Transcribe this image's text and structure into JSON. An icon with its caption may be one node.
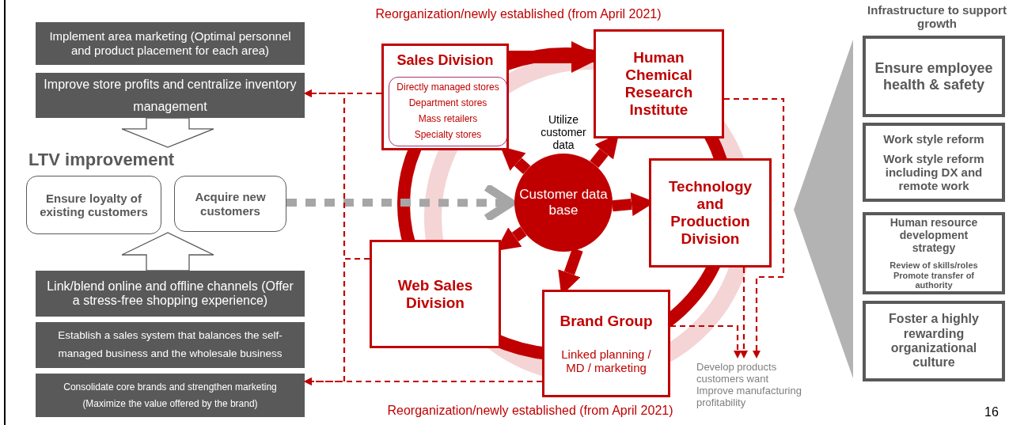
{
  "diagram": {
    "nodes": [
      {
        "text": [
          "Implement area marketing (Optimal personnel and product placement for each area)"
        ]
      },
      {
        "text": [
          "Improve store profits and centralize inventory management"
        ]
      },
      {
        "text": [
          "LTV improvement"
        ]
      },
      {
        "text": [
          "Ensure loyalty of existing customers"
        ]
      },
      {
        "text": [
          "Acquire new customers"
        ]
      },
      {
        "text": [
          "Link/blend online and offline channels (Offer a stress-free shopping experience)"
        ]
      },
      {
        "text": [
          "Establish a sales system that balances the self-managed business and the wholesale business"
        ]
      },
      {
        "text": [
          "Consolidate core brands and strengthen marketing (Maximize the value offered by the brand)"
        ]
      },
      {
        "text": [
          "Sales Division"
        ]
      },
      {
        "text": [
          "Directly managed stores",
          "Department stores",
          "Mass retailers",
          "Specialty stores"
        ],
        "in": 8
      },
      {
        "text": [
          "Human Chemical Research Institute"
        ]
      },
      {
        "text": [
          "Customer data base"
        ]
      },
      {
        "text": [
          "Technology and Production Division"
        ]
      },
      {
        "text": [
          "Web Sales Division"
        ]
      },
      {
        "text": [
          "Brand Group",
          "Linked planning / MD / marketing"
        ]
      },
      {
        "text": [
          "Develop products customers want",
          "Improve manufacturing profitability"
        ]
      },
      {
        "text": [],
        "shape": "triangle"
      },
      {
        "text": [
          "Ensure employee health & safety"
        ],
        "beside": [
          "Infrastructure to support growth"
        ]
      },
      {
        "text": [
          "Work style reform",
          "Work style reform including DX and remote work"
        ]
      },
      {
        "text": [
          "Human resource development strategy",
          "Review of skills/roles Promote transfer of authority"
        ]
      },
      {
        "text": [
          "Foster a highly rewarding organizational culture"
        ]
      }
    ],
    "edges": [
      {
        "from": 1,
        "to": 2,
        "arrow": "to",
        "style": "thick",
        "color": "#595959"
      },
      {
        "from": 5,
        "to": null,
        "arrow": "to",
        "style": "thick",
        "color": "#595959"
      },
      {
        "from": 4,
        "to": 11,
        "arrow": "to",
        "style": "dashed",
        "color": "#a6a6a6"
      },
      {
        "from": 8,
        "to": 10,
        "arrow": "to",
        "style": "thick"
      },
      {
        "from": 11,
        "to": 8,
        "arrow": "to",
        "style": "thick"
      },
      {
        "from": 11,
        "to": 10,
        "arrow": "to",
        "style": "thick"
      },
      {
        "from": 11,
        "to": 12,
        "arrow": "to",
        "style": "thick"
      },
      {
        "from": 11,
        "to": 14,
        "arrow": "to",
        "style": "thick"
      },
      {
        "from": 11,
        "to": 13,
        "arrow": "to",
        "style": "thick"
      },
      {
        "from": 8,
        "to": 1,
        "arrow": "to",
        "style": "dashed"
      },
      {
        "from": 13,
        "to": 1,
        "arrow": "to",
        "style": "dashed"
      },
      {
        "from": 13,
        "to": 7,
        "arrow": "to",
        "style": "dashed"
      },
      {
        "from": 14,
        "to": 7,
        "arrow": "to",
        "style": "dashed"
      },
      {
        "from": 10,
        "to": 15,
        "arrow": "to",
        "style": "dashed"
      },
      {
        "from": 12,
        "to": 15,
        "arrow": "to",
        "style": "dashed"
      },
      {
        "from": 14,
        "to": 15,
        "arrow": "to",
        "style": "dashed"
      }
    ],
    "labels": [
      "Reorganization/newly established (from April 2021)",
      "Utilize customer data",
      "Reorganization/newly established (from April 2021)",
      "16"
    ]
  }
}
